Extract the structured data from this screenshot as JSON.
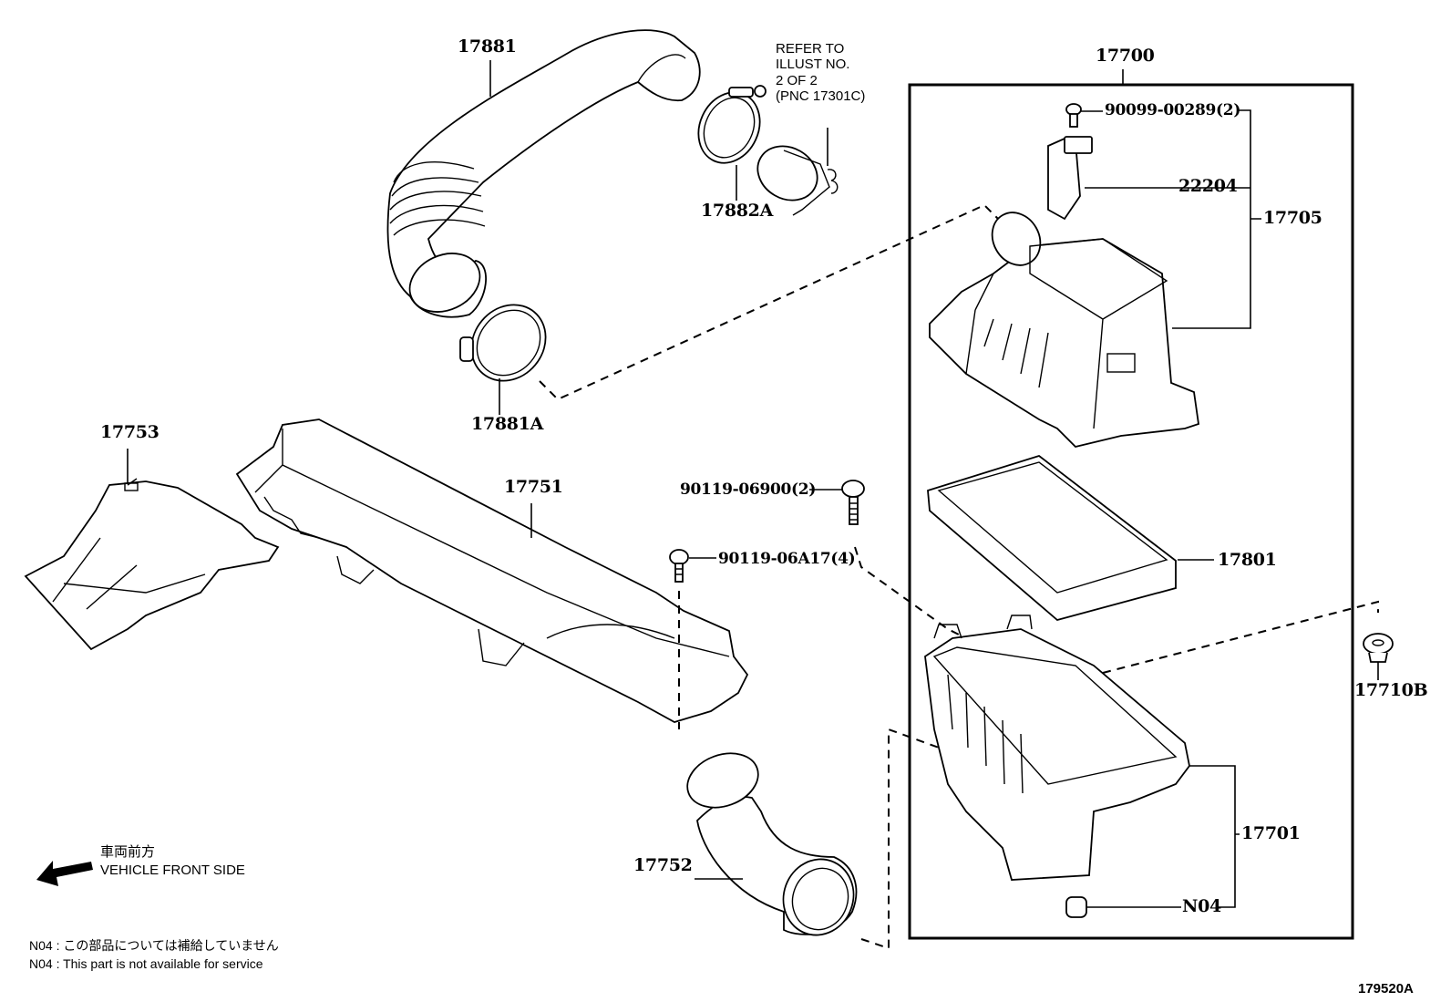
{
  "diagram": {
    "title": "Air cleaner assembly parts illustration",
    "illustration_number": "179520A",
    "reference_note": [
      "REFER TO",
      "ILLUST NO.",
      "2 OF 2",
      "(PNC 17301C)"
    ],
    "direction_indicator": {
      "icon": "arrow-left-icon",
      "label_ja": "車両前方",
      "label_en": "VEHICLE FRONT SIDE"
    },
    "footnotes": [
      "N04 : この部品については補給していません",
      "N04 : This part is not available for service"
    ],
    "assembly_box_label": "17700",
    "parts": [
      {
        "id": "17881",
        "description": "inlet hose (bellows)"
      },
      {
        "id": "17882A",
        "description": "hose clamp"
      },
      {
        "id": "17881A",
        "description": "hose clamp"
      },
      {
        "id": "17753",
        "description": "air duct inlet"
      },
      {
        "id": "17751",
        "description": "air inlet duct"
      },
      {
        "id": "90119-06900(2)",
        "description": "bolt"
      },
      {
        "id": "90119-06A17(4)",
        "description": "bolt"
      },
      {
        "id": "17752",
        "description": "inlet connector"
      },
      {
        "id": "90099-00289(2)",
        "description": "screw"
      },
      {
        "id": "22204",
        "description": "air flow meter"
      },
      {
        "id": "17705",
        "description": "air cleaner cap sub-assembly"
      },
      {
        "id": "17801",
        "description": "air filter element"
      },
      {
        "id": "17710B",
        "description": "grommet"
      },
      {
        "id": "17701",
        "description": "air cleaner case"
      },
      {
        "id": "N04",
        "description": "plug (not serviced)"
      }
    ]
  }
}
